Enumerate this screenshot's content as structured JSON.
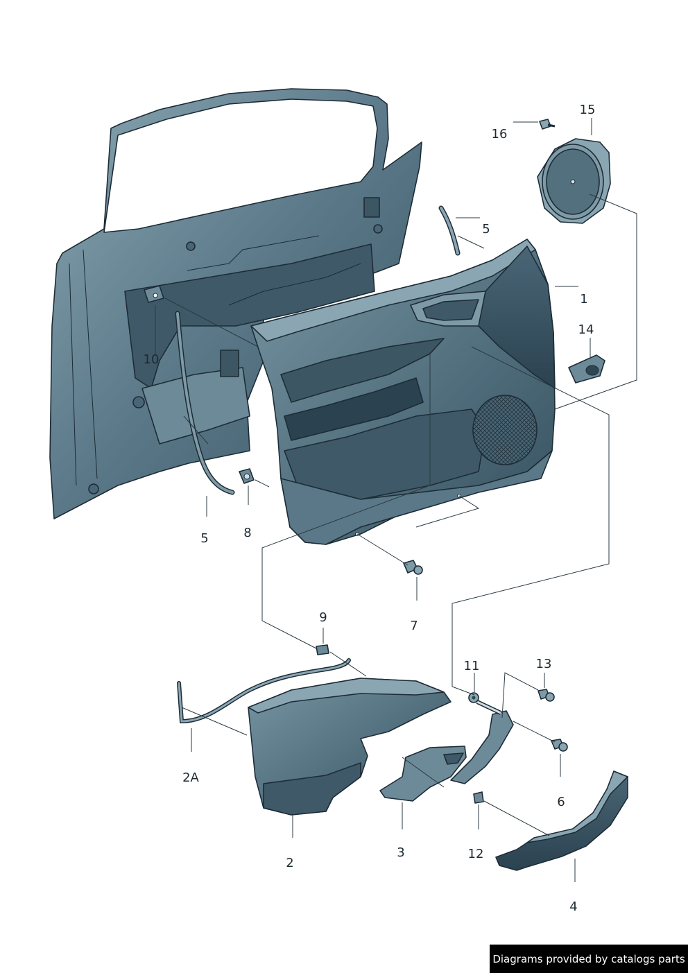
{
  "callouts": {
    "c1": "1",
    "c2": "2",
    "c2a": "2A",
    "c3": "3",
    "c4": "4",
    "c5a": "5",
    "c5b": "5",
    "c6": "6",
    "c7": "7",
    "c8": "8",
    "c9": "9",
    "c10": "10",
    "c11": "11",
    "c12": "12",
    "c13": "13",
    "c14": "14",
    "c15": "15",
    "c16": "16"
  },
  "credit": "Diagrams provided by catalogs parts",
  "colors": {
    "part_fill": "#53707f",
    "part_light": "#7e9aa6",
    "part_dark": "#2f4653",
    "line": "#1d2c36"
  }
}
